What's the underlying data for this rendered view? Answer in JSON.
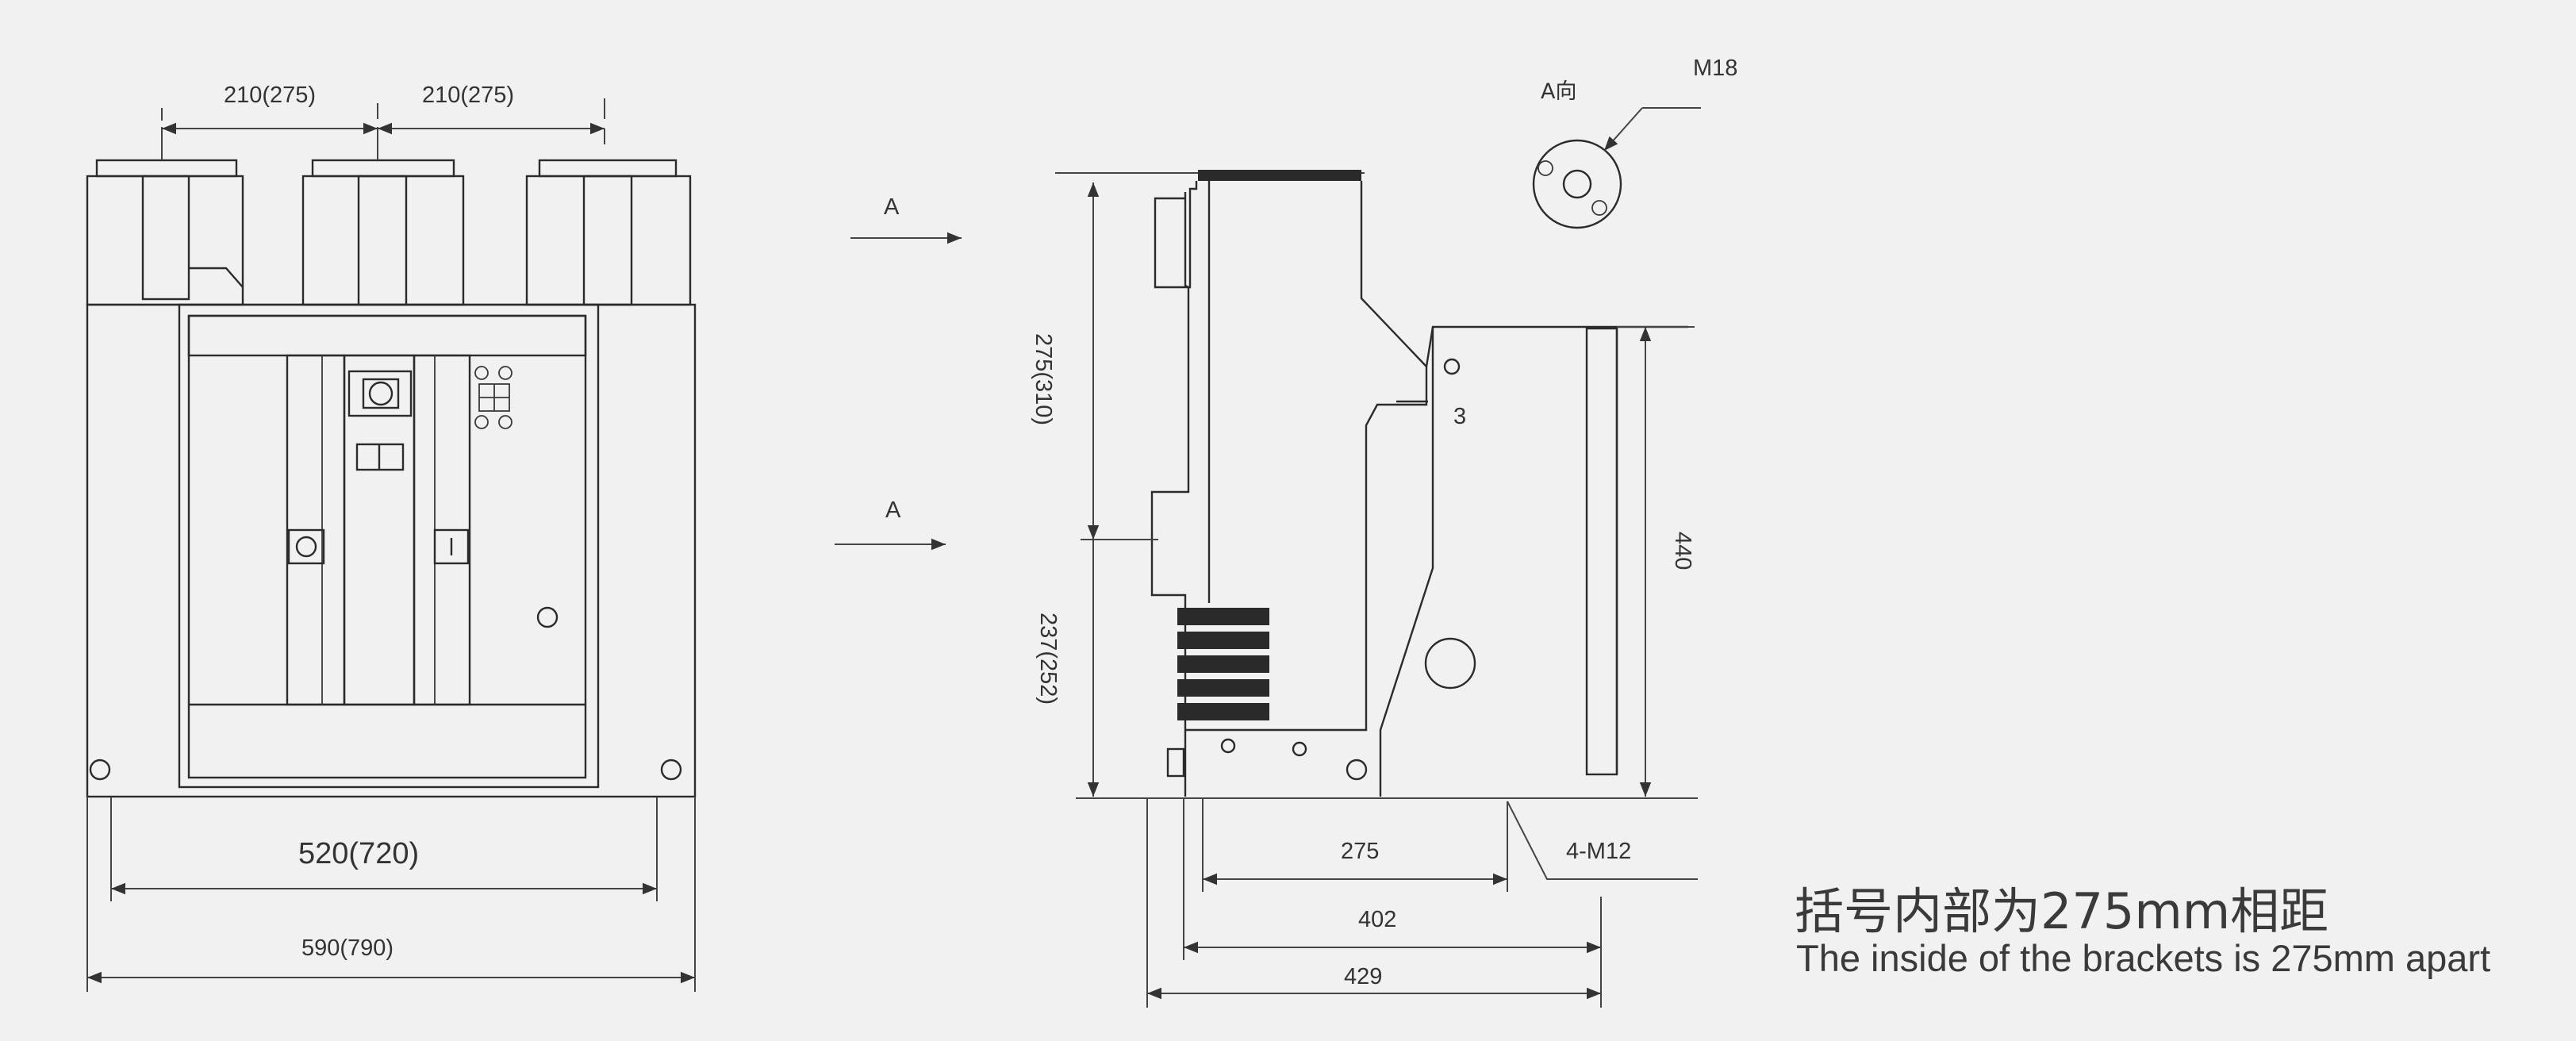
{
  "front_view": {
    "dim_top_left": "210(275)",
    "dim_top_right": "210(275)",
    "dim_inner_width": "520(720)",
    "dim_outer_width": "590(790)"
  },
  "direction_marks": {
    "arrow_upper": "A",
    "arrow_lower": "A"
  },
  "detail_view": {
    "title": "A向",
    "thread": "M18"
  },
  "side_view": {
    "dim_upper_height": "275(310)",
    "dim_lower_height": "237(252)",
    "dim_total_height": "440",
    "part_number": "3",
    "bolt_spec": "4-M12",
    "dim_275": "275",
    "dim_402": "402",
    "dim_429": "429"
  },
  "note": {
    "chinese": "括号内部为275mm相距",
    "english": "The inside of the brackets is 275mm apart"
  }
}
